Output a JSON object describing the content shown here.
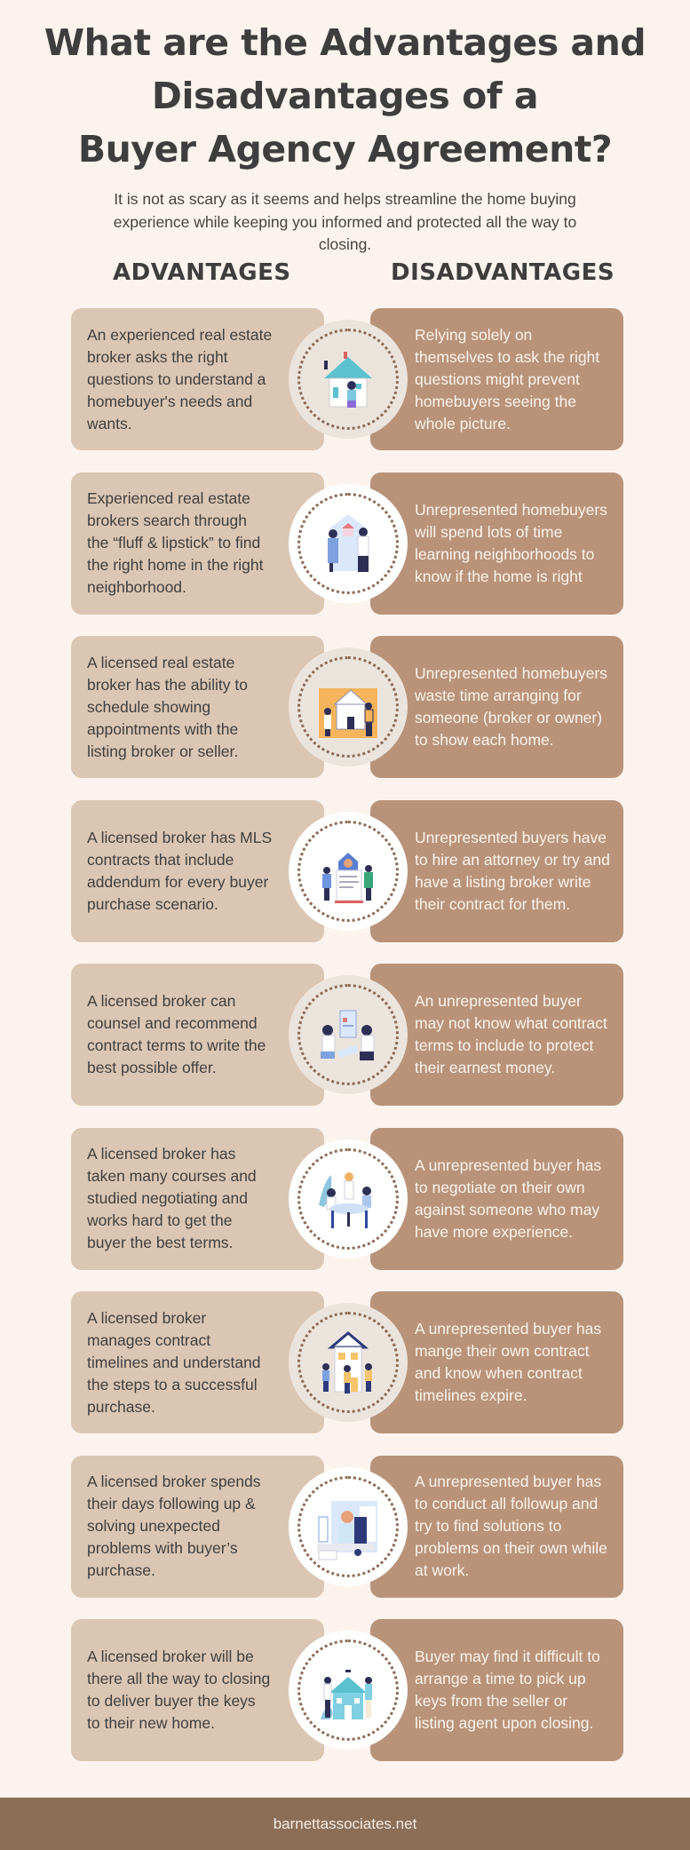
{
  "header": {
    "title_lines": [
      "What are the Advantages and",
      "Disadvantages of a",
      "Buyer Agency Agreement?"
    ],
    "subtitle": "It is not as scary as it seems and helps streamline the home buying experience while keeping you informed and protected all the way to closing."
  },
  "columns": {
    "advantages": "ADVANTAGES",
    "disadvantages": "DISADVANTAGES"
  },
  "colors": {
    "background": "#fcf3ee",
    "advantage_box": "#dbc6b3",
    "disadvantage_box": "#b8937a",
    "footer": "#8c6e57",
    "text_dark": "#3f3f3f"
  },
  "rows": [
    {
      "advantage": "An experienced real estate broker asks the right questions to understand a homebuyer's needs and wants.",
      "disadvantage": "Relying solely on themselves to ask the right questions might prevent homebuyers seeing the whole picture.",
      "icon": "house-person-thinking-icon",
      "circle": "beige"
    },
    {
      "advantage": "Experienced real estate brokers search through the “fluff & lipstick” to find the right home in the right neighborhood.",
      "disadvantage": "Unrepresented homebuyers will spend lots of time learning neighborhoods to know if the home is right",
      "icon": "agents-discussing-house-icon",
      "circle": "white"
    },
    {
      "advantage": "A licensed real estate broker has the ability to schedule showing appointments with the listing broker or seller.",
      "disadvantage": "Unrepresented homebuyers waste time arranging for someone (broker or owner) to show each home.",
      "icon": "house-showing-icon",
      "circle": "beige"
    },
    {
      "advantage": "A licensed broker has MLS contracts that include addendum for every buyer purchase scenario.",
      "disadvantage": "Unrepresented buyers have to hire an attorney or try and have a listing broker write their contract for them.",
      "icon": "contract-document-icon",
      "circle": "white"
    },
    {
      "advantage": "A licensed broker can counsel and recommend contract terms to write the best possible offer.",
      "disadvantage": "An unrepresented buyer may not know what contract terms to include to protect their earnest money.",
      "icon": "consultation-meeting-icon",
      "circle": "beige"
    },
    {
      "advantage": "A licensed broker has taken many courses and studied negotiating and works hard to get the buyer the best terms.",
      "disadvantage": "A unrepresented buyer has to negotiate on their own against someone who may have more experience.",
      "icon": "negotiation-table-icon",
      "circle": "white"
    },
    {
      "advantage": "A licensed broker manages contract timelines and understand the steps to a successful purchase.",
      "disadvantage": "A unrepresented buyer has mange their own contract and know when contract timelines expire.",
      "icon": "building-team-icon",
      "circle": "beige"
    },
    {
      "advantage": "A licensed broker spends their days following up & solving unexpected problems with buyer’s purchase.",
      "disadvantage": "A unrepresented buyer has to conduct all followup and try to find solutions to problems on their own while at work.",
      "icon": "agent-on-phone-icon",
      "circle": "white"
    },
    {
      "advantage": "A licensed broker will be there all the way to closing to deliver buyer the keys to their new home.",
      "disadvantage": "Buyer may find it difficult to arrange a time to pick up keys from the seller or listing agent upon closing.",
      "icon": "key-handover-icon",
      "circle": "white"
    }
  ],
  "footer": {
    "website": "barnettassociates.net"
  }
}
